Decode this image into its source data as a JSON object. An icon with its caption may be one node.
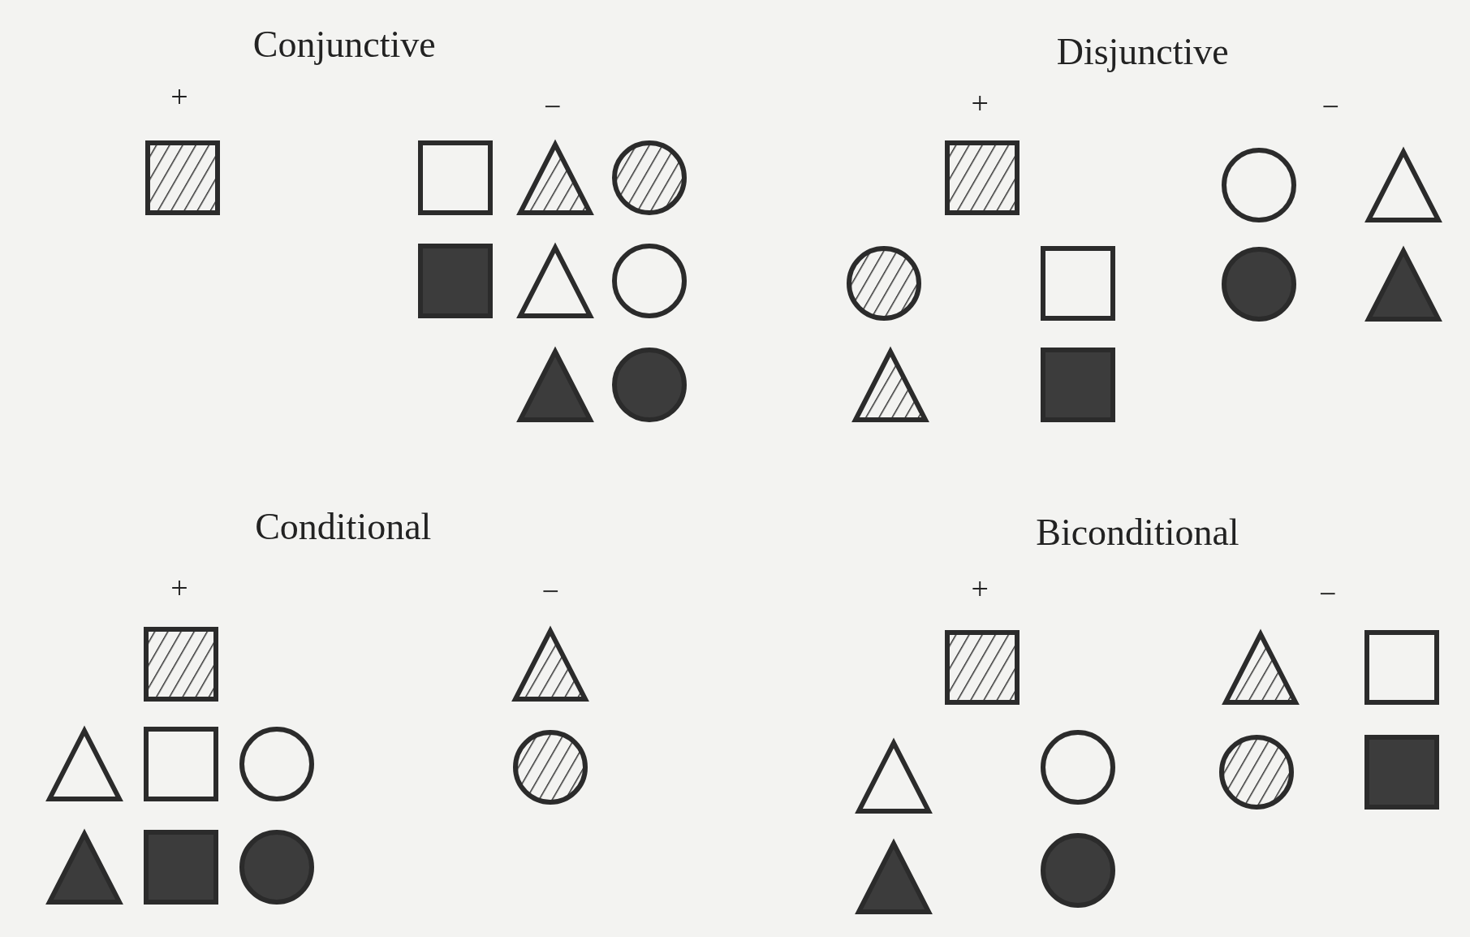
{
  "diagram": {
    "labels": [
      "Conjunctive",
      "Disjunctive",
      "+",
      "−",
      "+",
      "−",
      "Conditional",
      "Biconditional",
      "+",
      "−",
      "+",
      "−"
    ]
  }
}
